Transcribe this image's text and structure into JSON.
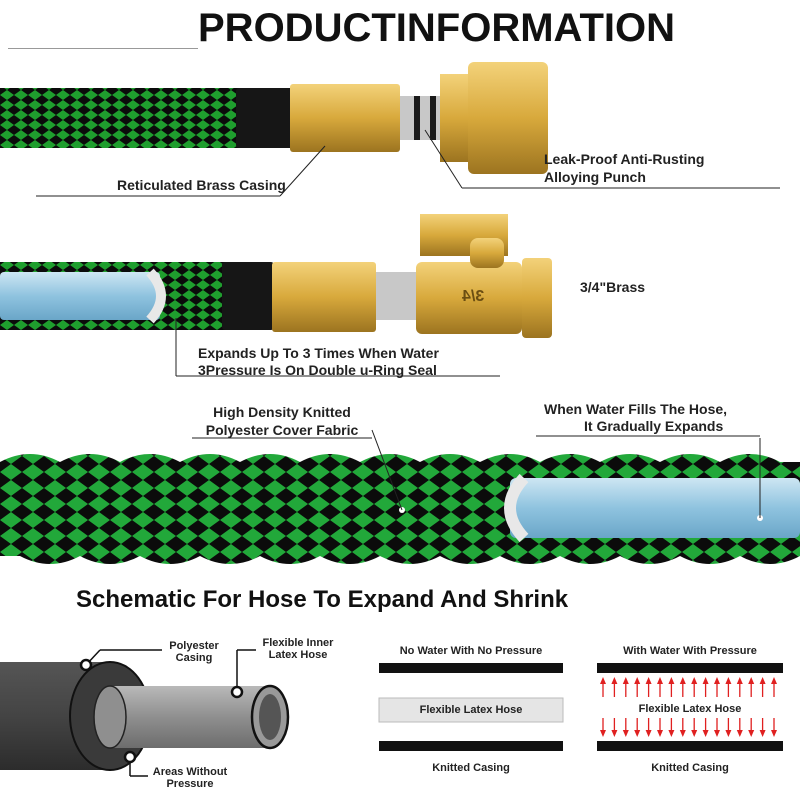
{
  "title": "PRODUCTINFORMATION",
  "section1": {
    "left_label": "Reticulated Brass Casing",
    "right_label_line1": "Leak-Proof Anti-Rusting",
    "right_label_line2": "Alloying Punch"
  },
  "section2": {
    "brass_label": "3/4\"Brass",
    "valve_marking": "3/4",
    "expand_line1": "Expands Up To 3 Times When Water",
    "expand_line2": "3Pressure Is On Double u-Ring Seal"
  },
  "section3": {
    "left_line1": "High Density Knitted",
    "left_line2": "Polyester Cover Fabric",
    "right_line1": "When Water Fills The Hose,",
    "right_line2": "It Gradually Expands"
  },
  "schematic": {
    "title": "Schematic For Hose To Expand And Shrink",
    "polyester_line1": "Polyester",
    "polyester_line2": "Casing",
    "latex_line1": "Flexible Inner",
    "latex_line2": "Latex Hose",
    "areas_line1": "Areas Without",
    "areas_line2": "Pressure",
    "panel_no_water": {
      "heading": "No Water With No Pressure",
      "middle": "Flexible Latex Hose",
      "bottom": "Knitted Casing"
    },
    "panel_with_water": {
      "heading": "With Water With Pressure",
      "middle": "Flexible Latex Hose",
      "bottom": "Knitted Casing"
    }
  },
  "colors": {
    "hose_green": "#1f9e2e",
    "hose_black": "#0b0b0b",
    "brass": "#d8a93c",
    "water_blue": "#8fc3df",
    "arrow_red": "#e02020",
    "casing_grey": "#4a4a4a"
  }
}
